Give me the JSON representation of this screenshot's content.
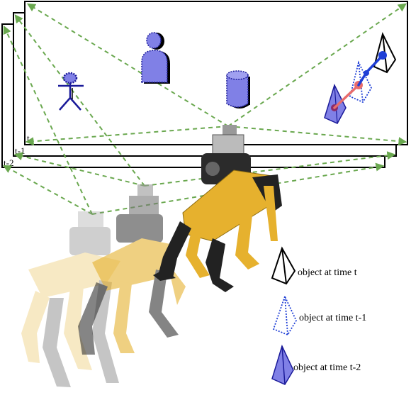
{
  "frames": {
    "t": "t",
    "t_minus_1": "t-1",
    "t_minus_2": "t-2"
  },
  "legend": {
    "items": [
      {
        "label": "object at time t",
        "style": "solid-outline"
      },
      {
        "label": "object at time t-1",
        "style": "dotted-blue-outline"
      },
      {
        "label": "object at time t-2",
        "style": "filled-purple"
      }
    ]
  },
  "colors": {
    "ray": "#6aa84f",
    "object_fill": "#8080e6",
    "object_stroke": "#1a1a99",
    "dotted_outline": "#1f3fd6",
    "track_t": "#1f3fd6",
    "track_t_minus_1": "#e86c6c",
    "track_t_minus_2": "#8a2a6a",
    "robot_body": "#e6b12e",
    "robot_dark": "#222222"
  },
  "icons": [
    "person-stick-icon",
    "person-bust-icon",
    "cylinder-icon",
    "cone-icon",
    "robot-dog-icon"
  ]
}
